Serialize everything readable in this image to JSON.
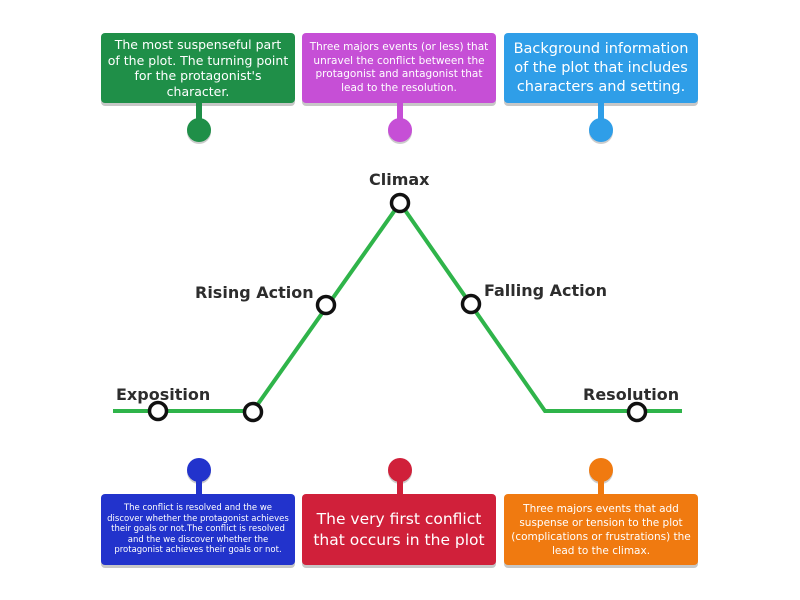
{
  "colors": {
    "line": "#2fb44a",
    "marker_stroke": "#111111",
    "green": "#1f8f48",
    "magenta": "#c64fd6",
    "sky": "#2f9ee8",
    "blue": "#2233cc",
    "red": "#d0203a",
    "orange": "#f07a10"
  },
  "stages": {
    "exposition": "Exposition",
    "rising_action": "Rising Action",
    "climax": "Climax",
    "falling_action": "Falling Action",
    "resolution": "Resolution"
  },
  "cards": {
    "top_green": "The most suspenseful part of the plot. The turning point for the protagonist's character.",
    "top_magenta": "Three majors events (or less) that unravel the conflict between the protagonist and antagonist that lead to the resolution.",
    "top_sky": "Background information of the plot that includes characters and setting.",
    "bottom_blue": "The conflict is resolved and the we discover whether the protagonist achieves their goals or not.The conflict is resolved and the we discover whether the protagonist achieves their goals or not.",
    "bottom_red": "The very first conflict that occurs in the plot",
    "bottom_orange": "Three majors events that add suspense or tension to the plot (complications or frustrations) the lead to the climax."
  },
  "icons": {
    "pin": "map-pin-icon",
    "marker": "ring-marker-icon"
  }
}
